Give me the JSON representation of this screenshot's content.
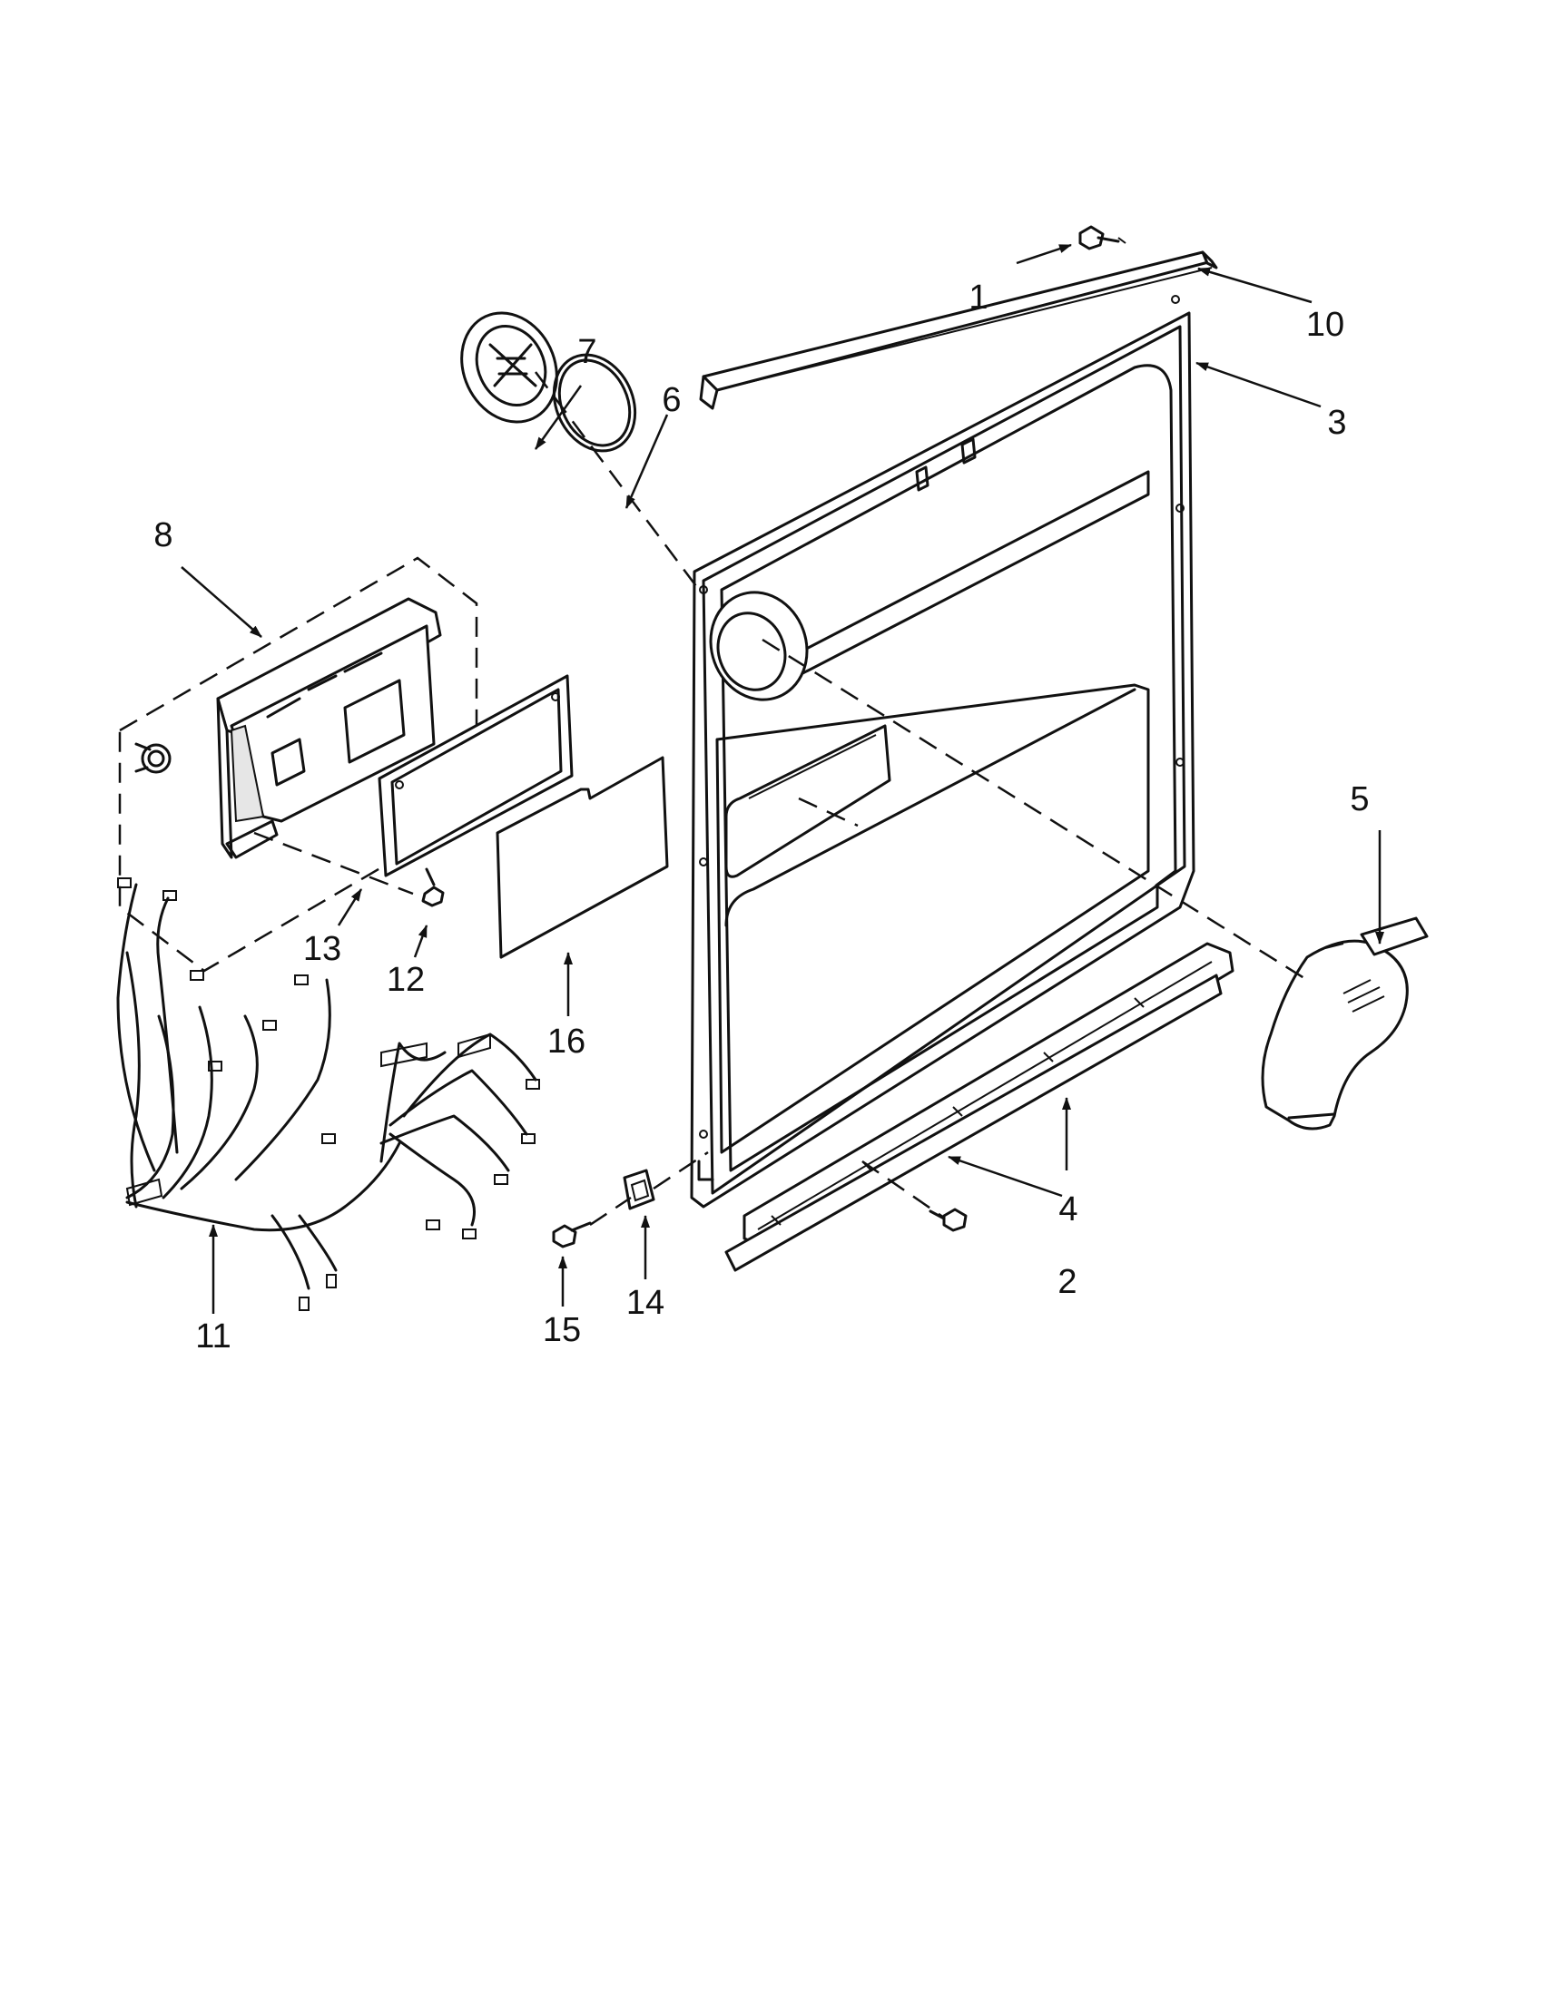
{
  "diagram": {
    "type": "exploded-parts-view",
    "callouts": [
      {
        "id": "c1",
        "label": "1"
      },
      {
        "id": "c2",
        "label": "2"
      },
      {
        "id": "c3",
        "label": "3"
      },
      {
        "id": "c4",
        "label": "4"
      },
      {
        "id": "c5",
        "label": "5"
      },
      {
        "id": "c6",
        "label": "6"
      },
      {
        "id": "c7",
        "label": "7"
      },
      {
        "id": "c8",
        "label": "8"
      },
      {
        "id": "c10",
        "label": "10"
      },
      {
        "id": "c11",
        "label": "11"
      },
      {
        "id": "c12",
        "label": "12"
      },
      {
        "id": "c13",
        "label": "13"
      },
      {
        "id": "c14",
        "label": "14"
      },
      {
        "id": "c15",
        "label": "15"
      },
      {
        "id": "c16",
        "label": "16"
      }
    ]
  }
}
